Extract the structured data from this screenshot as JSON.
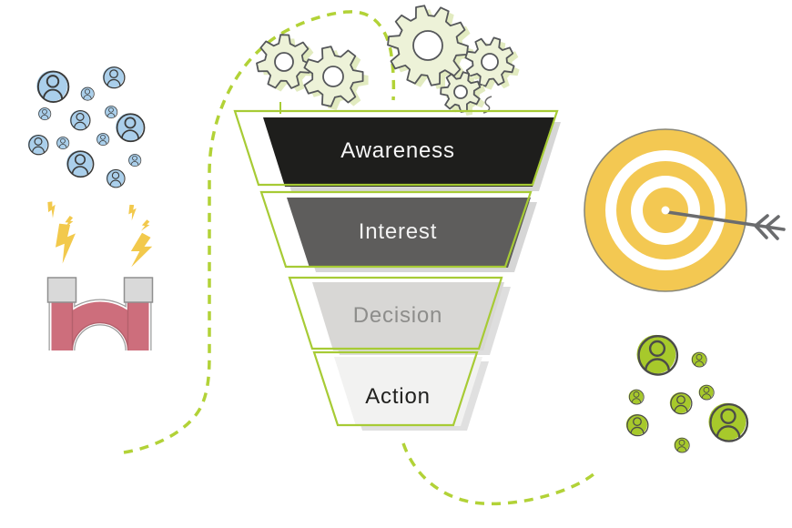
{
  "funnel": {
    "outline_color": "#a7cb35",
    "stages": [
      {
        "label": "Awareness",
        "fill": "#1e1e1c",
        "text_color": "#f7f7f7"
      },
      {
        "label": "Interest",
        "fill": "#5e5d5c",
        "text_color": "#f2f2f2"
      },
      {
        "label": "Decision",
        "fill": "#d8d7d5",
        "text_color": "#8d8d8b"
      },
      {
        "label": "Action",
        "fill": "#f2f2f1",
        "text_color": "#21211f"
      }
    ]
  },
  "flow": {
    "line_color": "#b2d237"
  },
  "gears": {
    "fill": "#edf2d8",
    "shadow_fill": "#e2ebc0",
    "outline": "#55575a",
    "count": 5
  },
  "audience": {
    "person_fill": "#aacfeb",
    "person_outline": "#3a3a39",
    "count": 13
  },
  "customers": {
    "person_fill": "#a7c92b",
    "person_outline": "#4b4b49",
    "count": 8
  },
  "magnet": {
    "body_color": "#cd6e7c",
    "inner_edge_color": "#b4606c",
    "tip_color": "#d9d9d9",
    "outline_color": "#9b9b9b",
    "spark_color": "#f2c94c"
  },
  "target": {
    "gold": "#f3c852",
    "ring_white": "#ffffff",
    "outline": "#8a8878",
    "arrow_color": "#6b6c6e"
  },
  "icons": {
    "gear-icon": "gear shape",
    "blue-person-icon": "person in circle",
    "green-person-icon": "person in circle",
    "magnet-icon": "u-magnet",
    "lightning-bolt-icon": "bolt polygon",
    "bullseye-target-icon": "concentric circles",
    "arrow-icon": "shaft with fletching",
    "dashed-flow-line": "dashed curve"
  }
}
